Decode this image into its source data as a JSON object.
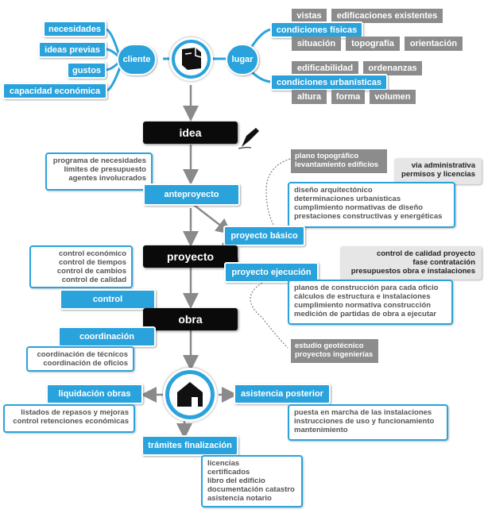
{
  "hub_top": {
    "cliente": "cliente",
    "lugar": "lugar",
    "cliente_items": [
      "necesidades",
      "ideas previas",
      "gustos",
      "capacidad económica"
    ],
    "condiciones_fisicas": "condiciones físicas",
    "fisicas_top": [
      "vistas",
      "edificaciones existentes"
    ],
    "fisicas_bottom": [
      "situación",
      "topografía",
      "orientación"
    ],
    "condiciones_urbanisticas": "condiciones urbanísticas",
    "urbanisticas_top": [
      "edificabilidad",
      "ordenanzas"
    ],
    "urbanisticas_bottom": [
      "altura",
      "forma",
      "volumen"
    ]
  },
  "stages": {
    "idea": "idea",
    "proyecto": "proyecto",
    "obra": "obra"
  },
  "anteproyecto": {
    "label": "anteproyecto",
    "notes": [
      "programa de necesidades",
      "límites de presupuesto",
      "agentes involucrados"
    ]
  },
  "proyecto_basico": {
    "label": "proyecto básico",
    "previous": [
      "plano topográfico",
      "levantamiento edificios"
    ],
    "admin": [
      "via administrativa",
      "permisos y licencias"
    ],
    "notes": [
      "diseño arquitectónico",
      "determinaciones urbanísticas",
      "cumplimiento normativas de diseño",
      "prestaciones constructivas y energéticas"
    ]
  },
  "proyecto_ejecucion": {
    "label": "proyecto ejecución",
    "admin": [
      "control de calidad proyecto",
      "fase contratación",
      "presupuestos obra e instalaciones"
    ],
    "notes": [
      "planos de construcción para cada oficio",
      "cálculos de estructura e instalaciones",
      "cumplimiento normativa construcción",
      "medición de partidas de obra a ejecutar"
    ],
    "previous": [
      "estudio geotécnico",
      "proyectos ingenierías"
    ]
  },
  "control": {
    "label": "control",
    "notes": [
      "control económico",
      "control de tiempos",
      "control de cambios",
      "control de calidad"
    ]
  },
  "coordinacion": {
    "label": "coordinación",
    "notes": [
      "coordinación de técnicos",
      "coordinación de oficios"
    ]
  },
  "liquidacion": {
    "label": "liquidación obras",
    "notes": [
      "listados de repasos y mejoras",
      "control retenciones económicas"
    ]
  },
  "asistencia": {
    "label": "asistencia posterior",
    "notes": [
      "puesta en marcha de las instalaciones",
      "instrucciones de uso y funcionamiento",
      "mantenimiento"
    ]
  },
  "tramites": {
    "label": "trámites finalización",
    "notes": [
      "licencias",
      "certificados",
      "libro del edificio",
      "documentación catastro",
      "asistencia notario"
    ]
  },
  "icons": {
    "top_hub": "notebook-icon",
    "bottom_hub": "house-icon",
    "idea_mark": "pencil-icon"
  },
  "colors": {
    "blue": "#2aa3dc",
    "gray": "#8c8c8c",
    "black": "#0a0a0a",
    "arrow": "#8a8a8a"
  }
}
